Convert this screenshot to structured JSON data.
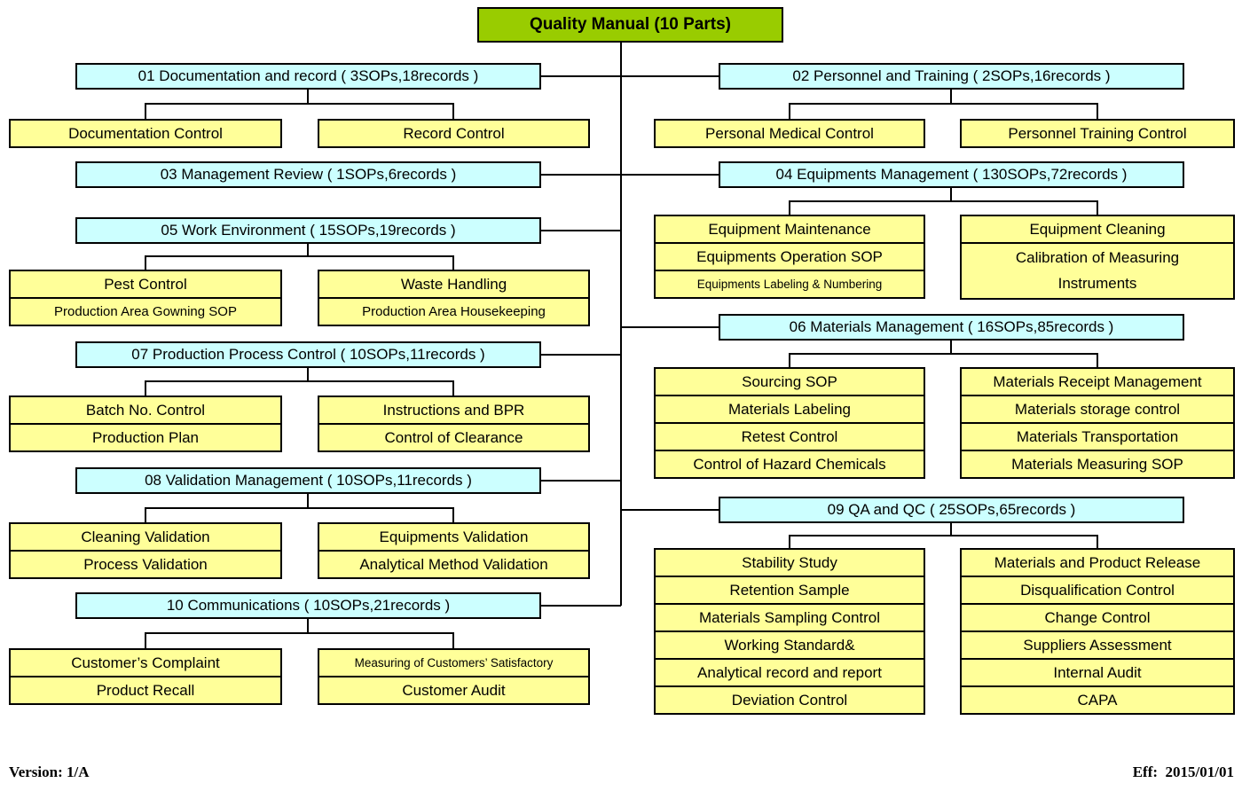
{
  "root": {
    "label": "Quality Manual (10 Parts)"
  },
  "colors": {
    "root_fill": "#99cc00",
    "section_fill": "#ccffff",
    "item_fill": "#ffff99",
    "border": "#000000",
    "background": "#ffffff"
  },
  "footer": {
    "version": "Version: 1/A",
    "effective": "Eff:  2015/01/01"
  },
  "sections": {
    "s01": {
      "label": "01 Documentation and record ( 3SOPs,18records )",
      "a": [
        "Documentation Control"
      ],
      "b": [
        "Record Control"
      ]
    },
    "s02": {
      "label": "02 Personnel and Training ( 2SOPs,16records )",
      "a": [
        "Personal Medical Control"
      ],
      "b": [
        "Personnel Training Control"
      ]
    },
    "s03": {
      "label": "03 Management Review ( 1SOPs,6records )"
    },
    "s04": {
      "label": "04 Equipments Management ( 130SOPs,72records )",
      "a": [
        "Equipment Maintenance",
        "Equipments Operation SOP",
        "Equipments Labeling & Numbering"
      ],
      "b": [
        "Equipment Cleaning",
        "Calibration of Measuring Instruments"
      ]
    },
    "s05": {
      "label": "05 Work Environment ( 15SOPs,19records )",
      "a": [
        "Pest Control",
        "Production Area Gowning SOP"
      ],
      "b": [
        "Waste Handling",
        "Production Area Housekeeping"
      ]
    },
    "s06": {
      "label": "06 Materials Management ( 16SOPs,85records )",
      "a": [
        "Sourcing SOP",
        "Materials Labeling",
        "Retest Control",
        "Control of Hazard Chemicals"
      ],
      "b": [
        "Materials Receipt Management",
        "Materials storage control",
        "Materials Transportation",
        "Materials Measuring SOP"
      ]
    },
    "s07": {
      "label": "07 Production Process Control ( 10SOPs,11records )",
      "a": [
        "Batch No. Control",
        "Production Plan"
      ],
      "b": [
        "Instructions and BPR",
        "Control of Clearance"
      ]
    },
    "s08": {
      "label": "08 Validation Management ( 10SOPs,11records )",
      "a": [
        "Cleaning Validation",
        "Process Validation"
      ],
      "b": [
        "Equipments Validation",
        "Analytical Method Validation"
      ]
    },
    "s09": {
      "label": "09 QA and QC ( 25SOPs,65records )",
      "a": [
        "Stability Study",
        "Retention Sample",
        "Materials Sampling Control",
        "Working Standard&",
        "Analytical record and report",
        "Deviation Control"
      ],
      "b": [
        "Materials and Product Release",
        "Disqualification Control",
        "Change Control",
        "Suppliers Assessment",
        "Internal Audit",
        "CAPA"
      ]
    },
    "s10": {
      "label": "10 Communications ( 10SOPs,21records )",
      "a": [
        "Customer’s Complaint",
        "Product Recall"
      ],
      "b": [
        "Measuring of Customers’ Satisfactory",
        "Customer Audit"
      ]
    }
  }
}
